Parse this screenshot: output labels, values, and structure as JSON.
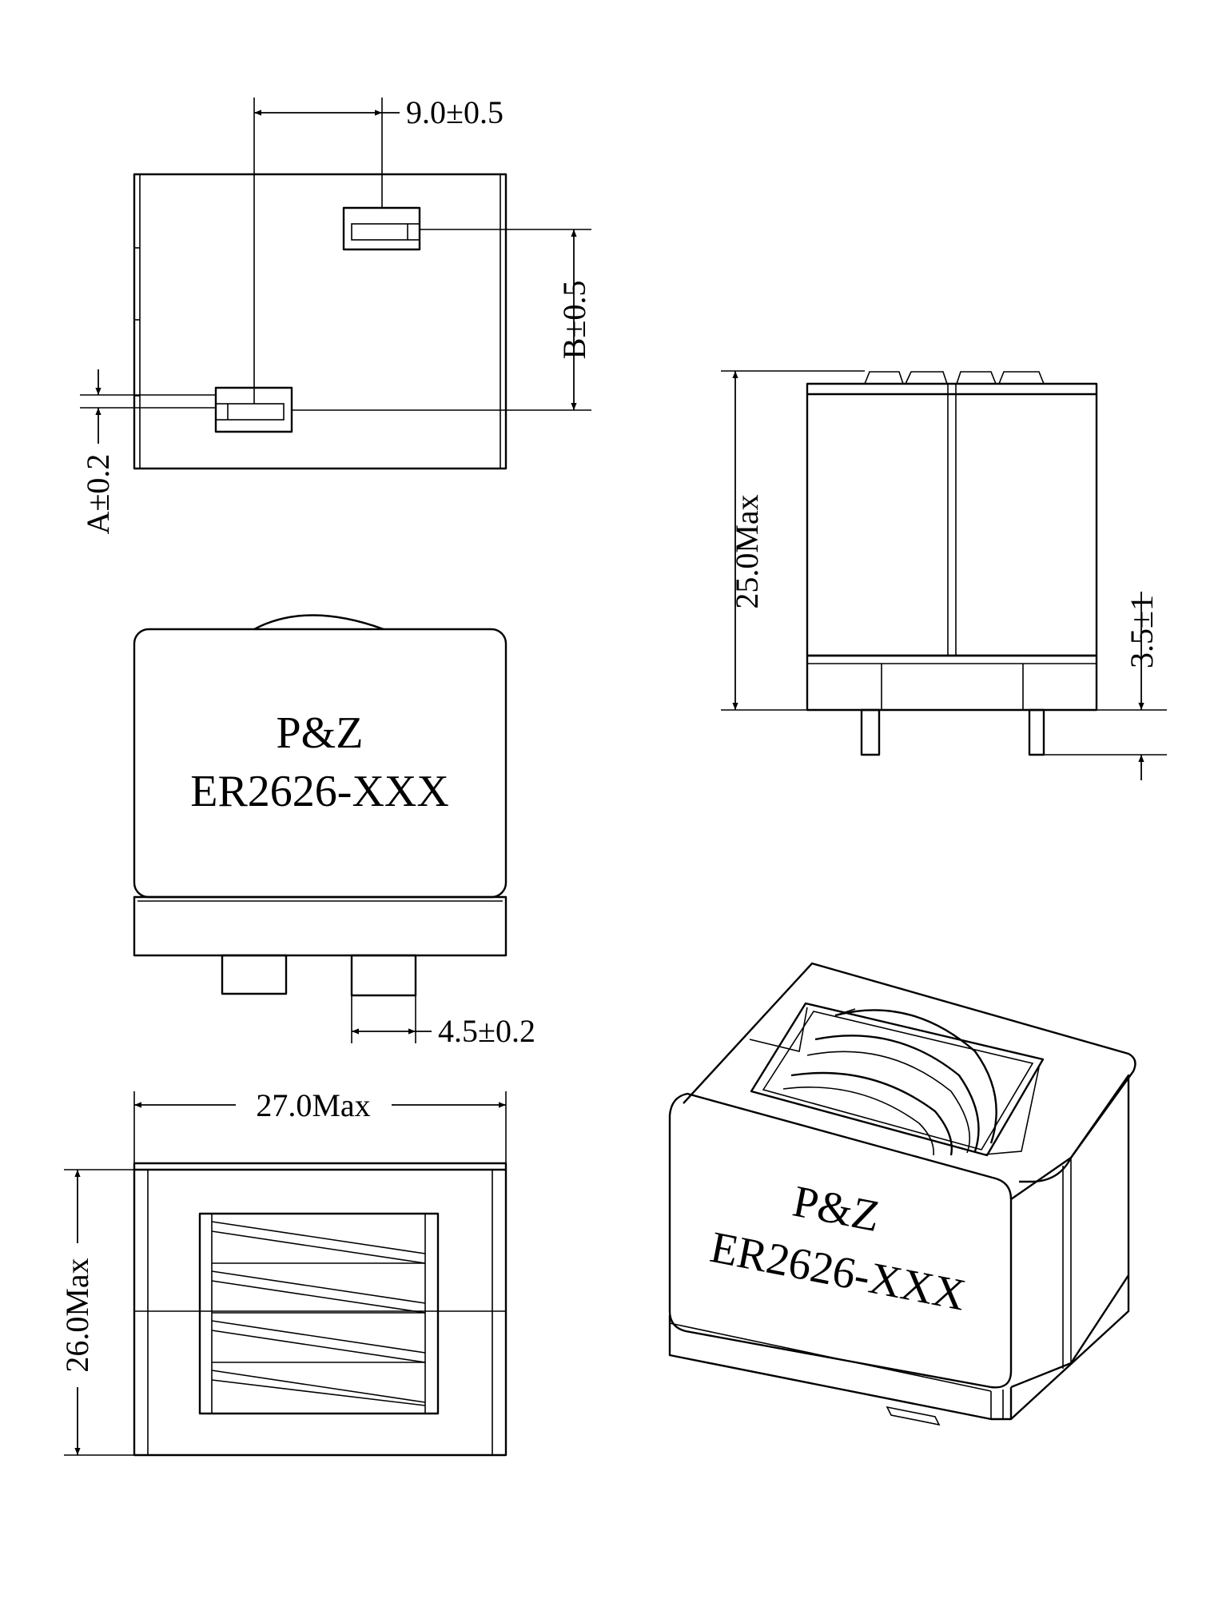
{
  "dimensions": {
    "terminal_pitch": "9.0±0.5",
    "dim_b": "B±0.5",
    "dim_a": "A±0.2",
    "height": "25.0Max",
    "pin_length": "3.5±1",
    "pin_width": "4.5±0.2",
    "width": "27.0Max",
    "depth": "26.0Max"
  },
  "marking": {
    "brand": "P&Z",
    "part_number": "ER2626-XXX"
  },
  "colors": {
    "line": "#000000",
    "background": "#ffffff"
  }
}
